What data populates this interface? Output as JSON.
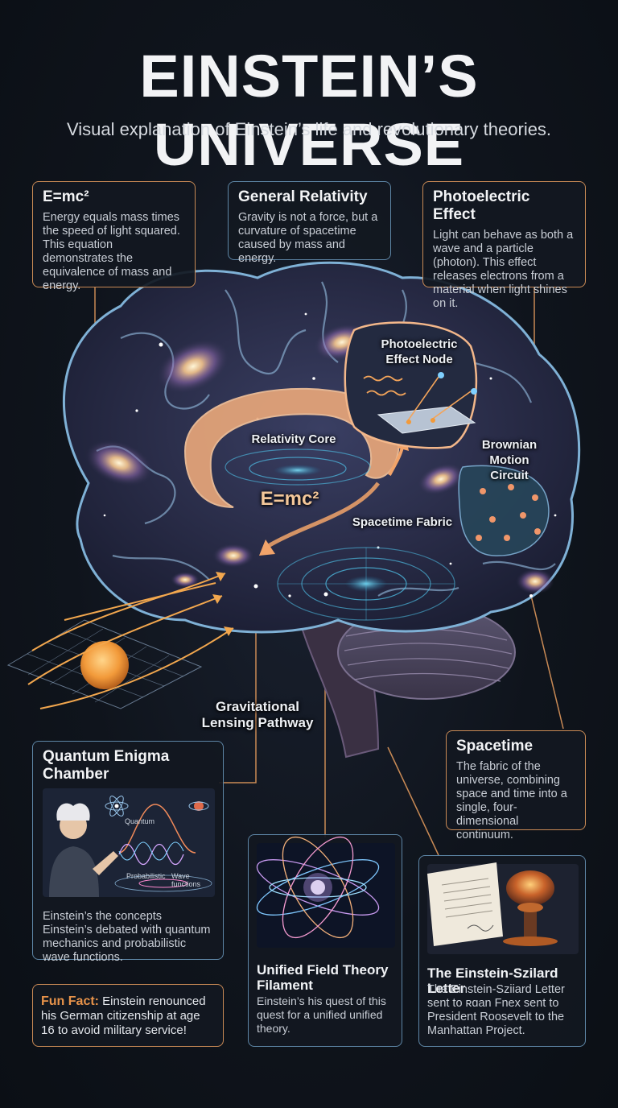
{
  "header": {
    "title": "EINSTEIN’S UNIVERSE",
    "subtitle": "Visual explanation of Einstein’s life and revolutionary theories."
  },
  "cards": {
    "emc2": {
      "title": "E=mc²",
      "body": "Energy equals mass times the speed of light squared. This equation demonstrates the equivalence of mass and energy."
    },
    "general_relativity": {
      "title": "General Relativity",
      "body": "Gravity is not a force, but a curvature of spacetime caused by mass and energy."
    },
    "photoelectric": {
      "title": "Photoelectric Effect",
      "body": "Light can behave as both a wave and a particle (photon). This effect releases electrons from a material when light shines on it."
    },
    "spacetime": {
      "title": "Spacetime",
      "body": "The fabric of the universe, combining space and time into a single, four-dimensional continuum."
    },
    "quantum": {
      "title": "Quantum Enigma Chamber",
      "label_quantum": "Quantum",
      "label_probabilistic": "Probabilistic",
      "label_wave": "Wave functions",
      "body": "Einstein’s the concepts Einstein’s debated with quantum mechanics and probabilistic wave functions."
    },
    "fun_fact": {
      "label": "Fun Fact:",
      "body": "Einstein renounced his German citizenship at age 16 to avoid military service!"
    },
    "unified": {
      "title": "Unified Field Theory Filament",
      "body": "Einstein’s his quest of this quest for a unified unified theory."
    },
    "szilard": {
      "title": "The Einstein-Szilard Letter",
      "body": "The Einstein-Sziiard Letter sent to ʀɑan Fnex sent to President Roosevelt to the Manhattan Project."
    }
  },
  "brain_labels": {
    "photoelectric_node": "Photoelectric Effect Node",
    "relativity_core": "Relativity Core",
    "emc2": "E=mc²",
    "brownian": "Brownian Motion Circuit",
    "spacetime_fabric": "Spacetime Fabric",
    "lensing": "Gravitational Lensing Pathway"
  },
  "colors": {
    "accent_orange": "#c98a55",
    "accent_blue": "#5e86a6",
    "fun_fact_orange": "#e8934a",
    "background": "#0f141c"
  }
}
